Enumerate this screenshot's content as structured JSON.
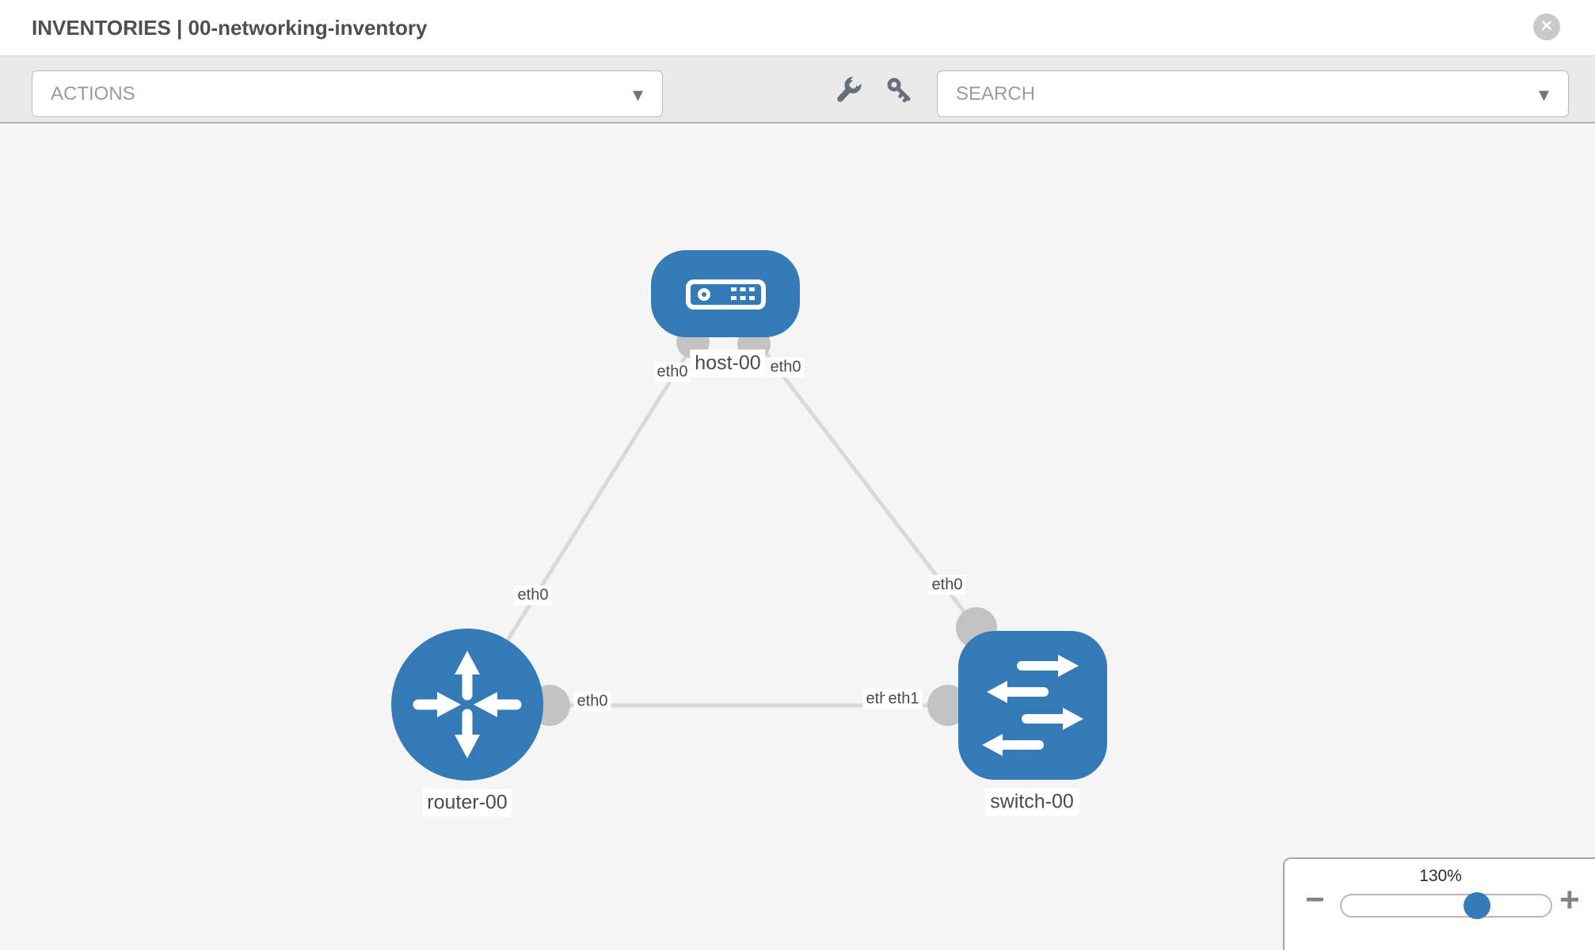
{
  "header": {
    "title": "INVENTORIES | 00-networking-inventory",
    "close_glyph": "✕"
  },
  "toolbar": {
    "actions_label": "ACTIONS",
    "search_label": "SEARCH",
    "caret_glyph": "▾",
    "icons": [
      "wrench-icon",
      "key-icon"
    ]
  },
  "topology": {
    "nodes": [
      {
        "label": "host-00",
        "type": "host"
      },
      {
        "label": "router-00",
        "type": "router"
      },
      {
        "label": "switch-00",
        "type": "switch"
      }
    ],
    "links": [
      {
        "from": "host-00",
        "to": "router-00"
      },
      {
        "from": "host-00",
        "to": "switch-00"
      },
      {
        "from": "router-00",
        "to": "switch-00"
      }
    ],
    "edge_labels": [
      {
        "text": "eth0",
        "edge": "host-00 – router-00",
        "end": "host-00"
      },
      {
        "text": "eth0",
        "edge": "host-00 – switch-00",
        "end": "host-00"
      },
      {
        "text": "eth0",
        "edge": "host-00 – router-00",
        "end": "router-00"
      },
      {
        "text": "eth0",
        "edge": "host-00 – switch-00",
        "end": "switch-00"
      },
      {
        "text": "eth0",
        "edge": "router-00 – switch-00",
        "end": "router-00"
      },
      {
        "text": "eth0",
        "edge": "router-00 – switch-00",
        "end": "switch-00"
      },
      {
        "text": "eth1",
        "edge": "router-00 – switch-00",
        "end": "switch-00"
      }
    ],
    "colors": {
      "node_blue": "#337ab7",
      "edge_gray": "#d9d9d9",
      "port_gray": "#c3c3c3",
      "canvas_bg": "#f5f5f5"
    }
  },
  "zoom_control": {
    "level": "130%",
    "minus_glyph": "−",
    "plus_glyph": "+"
  }
}
